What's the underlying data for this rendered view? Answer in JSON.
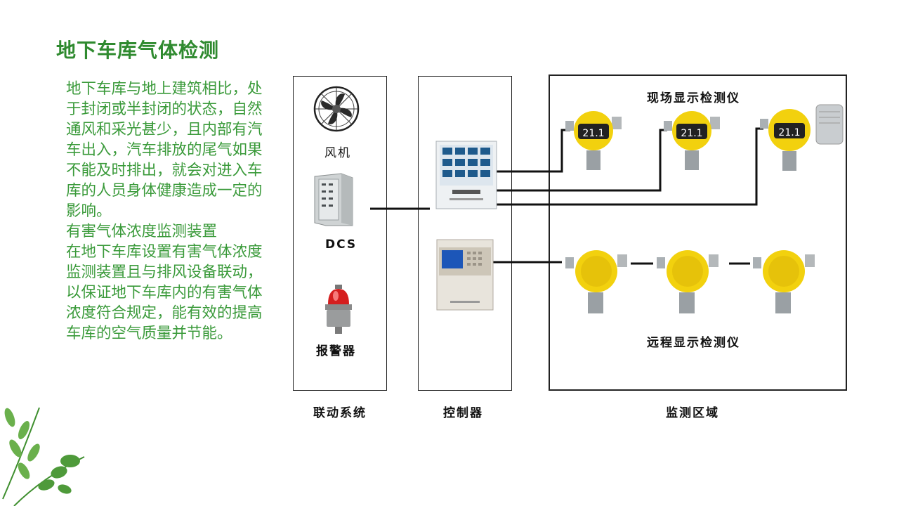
{
  "title": "地下车库气体检测",
  "paragraphs": [
    "地下车库与地上建筑相比，处于封闭或半封闭的状态，自然通风和采光甚少，且内部有汽车出入，汽车排放的尾气如果不能及时排出，就会对进入车库的人员身体健康造成一定的影响。",
    "有害气体浓度监测装置",
    "在地下车库设置有害气体浓度监测装置且与排风设备联动，以保证地下车库内的有害气体浓度符合规定，能有效的提高车库的空气质量并节能。"
  ],
  "linkage": {
    "fan": "风机",
    "dcs": "DCS",
    "alarm": "报警器"
  },
  "zones": {
    "linkage_system": "联动系统",
    "controller": "控制器",
    "monitoring_area": "监测区域"
  },
  "detectors": {
    "onsite": "现场显示检测仪",
    "remote": "远程显示检测仪",
    "display_reading": "21.1"
  },
  "colors": {
    "title": "#2f8a2f",
    "text": "#3a9a3a",
    "detector_yellow": "#f2d10e",
    "wire": "#111111"
  }
}
